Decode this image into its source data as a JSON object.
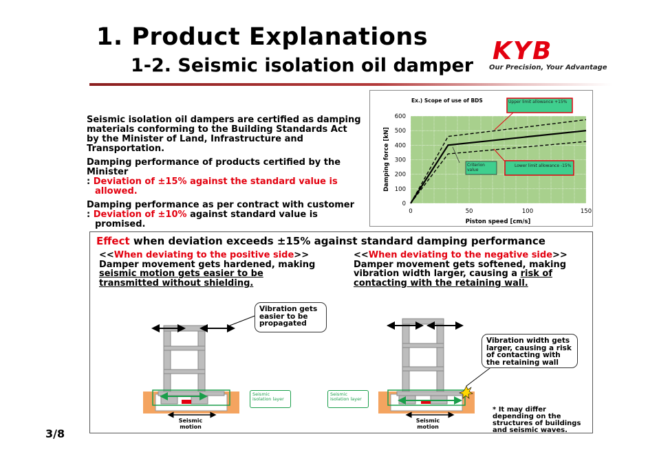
{
  "header": {
    "title": "1. Product Explanations",
    "subtitle": "1-2. Seismic isolation oil damper",
    "logo_text": "KYB",
    "tagline": "Our Precision, Your Advantage"
  },
  "intro": {
    "p1": "Seismic isolation oil dampers are certified as damping materials conforming to the Building Standards Act by the Minister of Land, Infrastructure and Transportation.",
    "p2": "Damping performance of products certified by the Minister",
    "p2_prefix": ": ",
    "p2_red": "Deviation of ±15% against the standard value is allowed.",
    "p3": "Damping performance as per contract with customer",
    "p3_prefix": ": ",
    "p3_red": "Deviation of ±10%",
    "p3_rest": " against standard value is promised."
  },
  "chart_data": {
    "type": "line",
    "title": "Ex.) Scope of use of BDS",
    "xlabel": "Piston speed [cm/s]",
    "ylabel": "Damping force [kN]",
    "xlim": [
      0,
      150
    ],
    "ylim": [
      0,
      600
    ],
    "x_ticks": [
      "0",
      "50",
      "100",
      "150"
    ],
    "y_ticks": [
      "0",
      "100",
      "200",
      "300",
      "400",
      "500",
      "600"
    ],
    "grid": true,
    "series": [
      {
        "name": "Criterion value",
        "style": "solid",
        "x": [
          0,
          32,
          150
        ],
        "y": [
          0,
          400,
          500
        ]
      },
      {
        "name": "Upper limit allowance +15%",
        "style": "dashed",
        "x": [
          0,
          32,
          150
        ],
        "y": [
          0,
          460,
          575
        ]
      },
      {
        "name": "Lower limit allowance -15%",
        "style": "dashed",
        "x": [
          0,
          32,
          150
        ],
        "y": [
          0,
          340,
          425
        ]
      }
    ],
    "annotations": {
      "upper": "Upper limit allowance +15%",
      "criterion": "Criterion value",
      "lower": "Lower limit allowance -15%"
    },
    "colors": {
      "plot_bg": "#a8d08d",
      "label_bg": "#3fcf8e",
      "label_border": "#e3000f"
    }
  },
  "effect": {
    "title_red": "Effect",
    "title_rest": " when deviation exceeds ±15% against standard damping performance",
    "pos_head_open": "<<",
    "pos_head_red": "When deviating to the positive side",
    "pos_head_close": ">>",
    "pos_line1": "Damper movement gets hardened, making",
    "pos_line2": "seismic motion gets easier to be",
    "pos_line3": "transmitted without shielding.",
    "neg_head_open": "<<",
    "neg_head_red": "When deviating to the negative side",
    "neg_head_close": ">>",
    "neg_line1": "Damper movement gets softened, making",
    "neg_line2": "vibration width larger, causing a ",
    "neg_line2_u": "risk of",
    "neg_line3": "contacting with the retaining wall.",
    "callout_left": "Vibration gets easier to be propagated",
    "callout_right": "Vibration width gets larger, causing a risk of contacting with the retaining wall",
    "isolation_layer": "Seismic isolation layer",
    "seismic_motion": "Seismic motion",
    "note": "* It may differ depending on the structures of buildings and seismic waves."
  },
  "page": {
    "number": "3/8"
  }
}
